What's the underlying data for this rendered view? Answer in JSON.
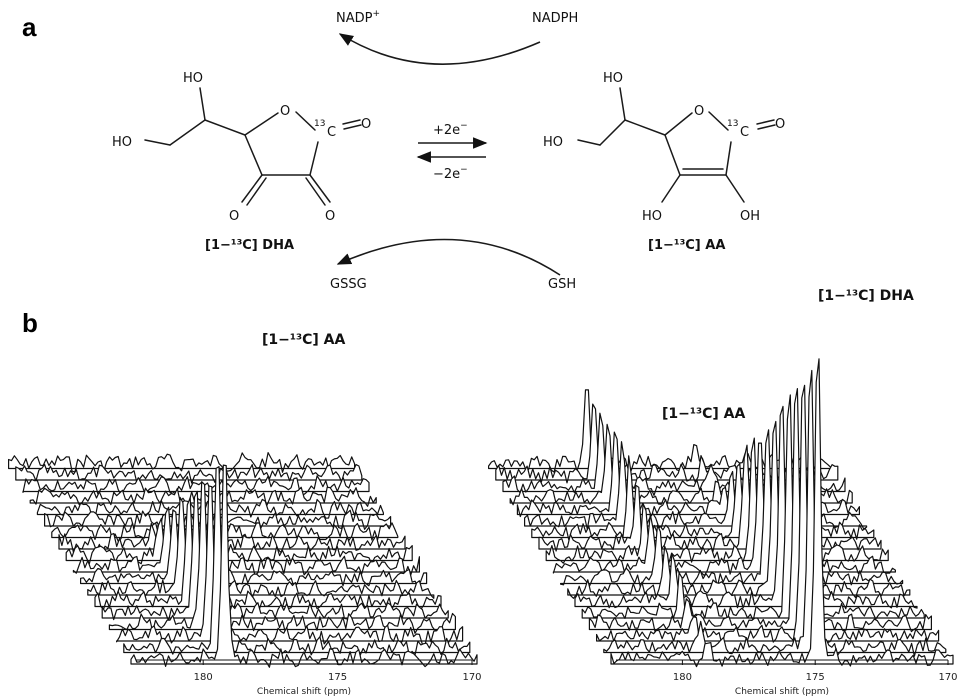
{
  "panels": {
    "a": {
      "letter": "a"
    },
    "b": {
      "letter": "b"
    }
  },
  "scheme": {
    "top_left": "NADP",
    "top_left_sup": "+",
    "top_right": "NADPH",
    "bottom_left": "GSSG",
    "bottom_right": "GSH",
    "forward_label": "+2e",
    "forward_sup": "−",
    "reverse_label": "−2e",
    "reverse_sup": "−",
    "dha_caption": "[1−¹³C] DHA",
    "aa_caption": "[1−¹³C] AA",
    "atoms": {
      "ho": "HO",
      "oh": "OH",
      "o": "O",
      "c": "C",
      "isotope": "13"
    }
  },
  "chart_data": [
    {
      "type": "line",
      "series_style": "stacked-3d-spectra",
      "peaks": [
        {
          "label": "[1−¹³C] AA",
          "shift_ppm": 179.2
        }
      ],
      "xlabel": "Chemical shift (ppm)",
      "xlim": [
        182.5,
        170
      ],
      "x_ticks": [
        180,
        175,
        170
      ]
    },
    {
      "type": "line",
      "series_style": "stacked-3d-spectra",
      "peaks": [
        {
          "label": "[1−¹³C] DHA",
          "shift_ppm": 174.9
        },
        {
          "label": "[1−¹³C] AA",
          "shift_ppm": 179.0
        }
      ],
      "xlabel": "Chemical shift (ppm)",
      "xlim": [
        182.5,
        170
      ],
      "x_ticks": [
        180,
        175,
        170
      ]
    }
  ]
}
